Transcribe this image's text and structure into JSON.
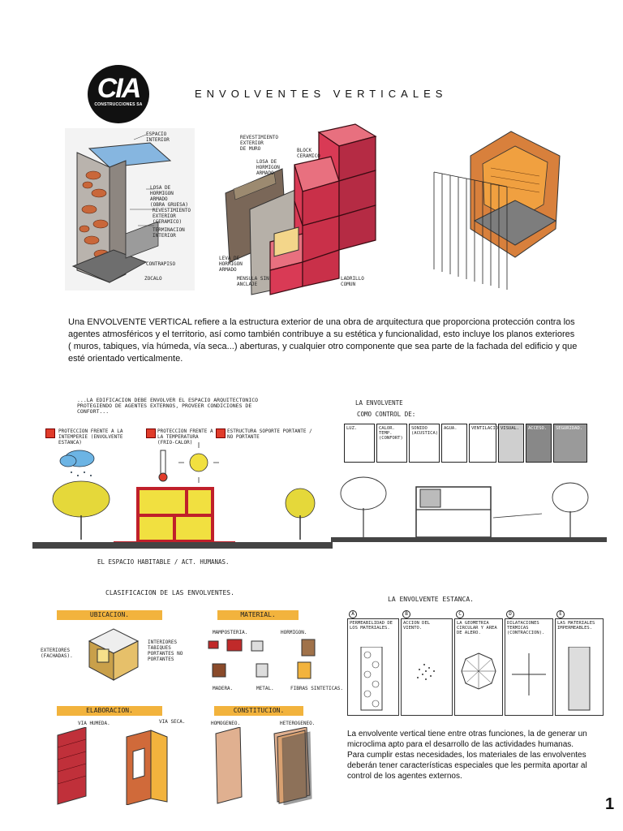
{
  "header": {
    "logo_text": "CIA",
    "logo_subtext": "CONSTRUCCIONES SA",
    "title": "ENVOLVENTES VERTICALES"
  },
  "sketch1_labels": {
    "a": "ESPACIO\nINTERIOR",
    "b": "LOSA DE\nHORMIGON\nARMADO\n(OBRA GRUESA)",
    "c": "REVESTIMIENTO\nEXTERIOR\n(CERAMICO)",
    "d": "TERMINACION\nINTERIOR",
    "e": "CONTRAPISO",
    "f": "ZOCALO"
  },
  "sketch2_labels": {
    "a": "REVESTIMIENTO\nEXTERIOR\nDE MURO",
    "b": "BLOCK\nCERAMICO",
    "c": "LOSA DE\nHORMIGON\nARMADO",
    "d": "LEVA DE\nHORMIGON\nARMADO",
    "e": "MENSULA SIN\nANCLAJE",
    "f": "LADRILLO\nCOMUN"
  },
  "intro_text": "Una ENVOLVENTE VERTICAL refiere a la estructura exterior de una obra de arquitectura que proporciona protección contra los agentes atmosféricos y el territorio, así como también contribuye a su estética y funcionalidad, esto incluye los planos exteriores ( muros, tabiques, vía húmeda, vía seca...) aberturas, y cualquier otro componente que sea parte de la fachada del edificio y que esté orientado verticalmente.",
  "diagram1": {
    "heading": "...LA EDIFICACION DEBE ENVOLVER EL ESPACIO ARQUITECTONICO PROTEGIENDO DE AGENTES EXTERNOS, PROVEER CONDICIONES DE CONFORT...",
    "item1": "PROTECCION FRENTE A LA INTEMPERIE (ENVOLVENTE ESTANCA)",
    "item2": "PROTECCION FRENTE A LA TEMPERATURA (FRIO-CALOR)",
    "item3": "ESTRUCTURA SOPORTE PORTANTE / NO PORTANTE",
    "caption": "EL ESPACIO HABITABLE / ACT. HUMANAS."
  },
  "diagram2": {
    "heading1": "LA ENVOLVENTE",
    "heading2": "COMO CONTROL DE:",
    "boxes": [
      "LUZ.",
      "CALOR. TEMP. (CONFORT)",
      "SONIDO (ACUSTICA)",
      "AGUA.",
      "VENTILACION",
      "VISUAL.",
      "ACCESO.",
      "SEGURIDAD."
    ]
  },
  "classification": {
    "heading": "CLASIFICACION DE LAS ENVOLVENTES.",
    "ubicacion": {
      "label": "UBICACION.",
      "exteriores": "EXTERIORES (FACHADAS).",
      "interiores": "INTERIORES TABIQUES PORTANTES NO PORTANTES"
    },
    "material": {
      "label": "MATERIAL.",
      "items": [
        "MAMPOSTERIA.",
        "HORMIGON.",
        "MADERA.",
        "METAL.",
        "FIBRAS SINTETICAS."
      ]
    },
    "elaboracion": {
      "label": "ELABORACION.",
      "items": [
        "VIA HUMEDA.",
        "VIA SECA."
      ]
    },
    "constitucion": {
      "label": "CONSTITUCION.",
      "items": [
        "HOMOGENEO.",
        "HETEROGENEO."
      ]
    }
  },
  "estanca": {
    "heading": "LA ENVOLVENTE ESTANCA.",
    "panels": [
      {
        "letter": "A",
        "text": "PERMEABILIDAD DE LOS MATERIALES."
      },
      {
        "letter": "B",
        "text": "ACCION DEL VIENTO."
      },
      {
        "letter": "C",
        "text": "LA GEOMETRIA CIRCULAR Y AREA DE ALERO."
      },
      {
        "letter": "D",
        "text": "DILATACIONES TERMICAS (CONTRACCION)."
      },
      {
        "letter": "E",
        "text": "LAS MATERIALES IMPERMEABLES."
      }
    ]
  },
  "bottom_text": "La envolvente vertical tiene entre otras funciones, la de generar un microclima apto para el desarrollo de las actividades humanas. Para cumplir estas necesidades, los materiales de las envolventes deberán tener características especiales que les permita aportar al control de los agentes externos.",
  "page_number": "1",
  "colors": {
    "brick": "#c9673a",
    "red_block": "#d93a55",
    "banner": "#f2b33d",
    "yellow": "#f1e040",
    "sky_blue": "#6cb4e4",
    "tree_yellow": "#e5d83a"
  }
}
